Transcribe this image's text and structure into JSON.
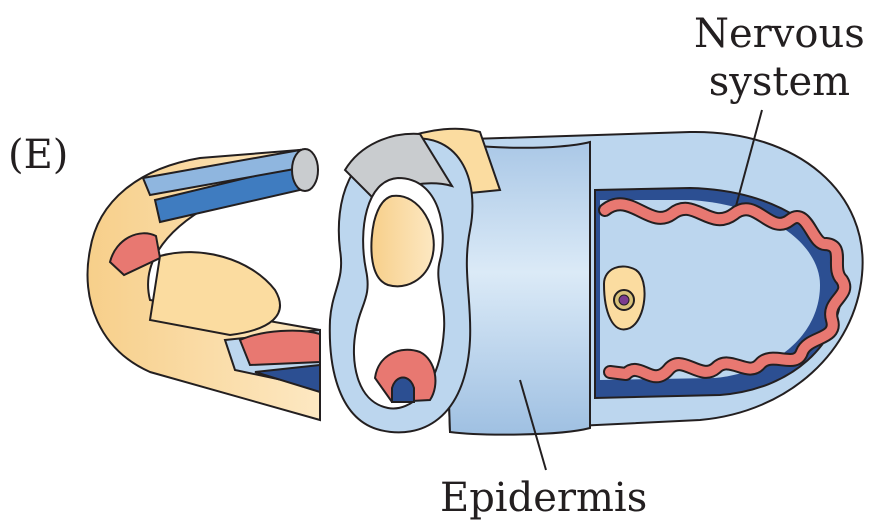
{
  "panel_label": "(E)",
  "labels": {
    "nervous_line1": "Nervous",
    "nervous_line2": "system",
    "epidermis": "Epidermis"
  },
  "colors": {
    "epidermis_light_blue": "#bcd6ee",
    "dark_blue": "#2c4f92",
    "mid_blue": "#3f7cc0",
    "yolk_yellow": "#fbdca0",
    "nerve_red": "#e87871",
    "grey_cap": "#c9cccf",
    "outline": "#231f20"
  }
}
